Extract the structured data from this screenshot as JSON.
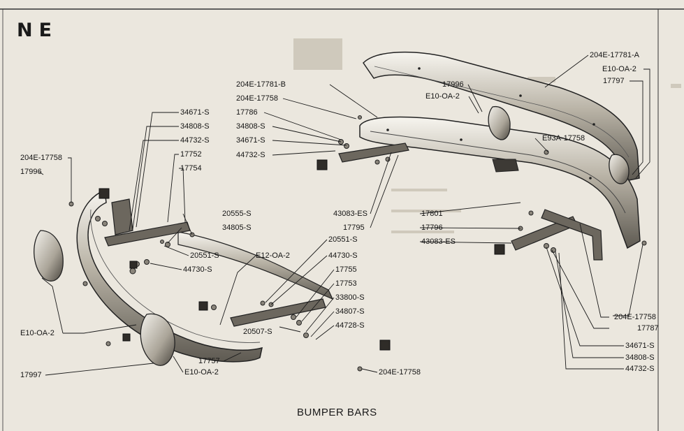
{
  "page_code": "NE",
  "caption": "BUMPER BARS",
  "labels": {
    "l01": "204E-17781-A",
    "l02": "E10-OA-2",
    "l03": "17797",
    "l04": "17996",
    "l05": "E10-OA-2",
    "l06": "204E-17781-B",
    "l07": "204E-17758",
    "l08": "17786",
    "l09": "34808-S",
    "l10": "34671-S",
    "l11": "44732-S",
    "l12": "E93A-17758",
    "l13": "34671-S",
    "l14": "34808-S",
    "l15": "44732-S",
    "l16": "17752",
    "l17": "17754",
    "l18": "204E-17758",
    "l19": "17996",
    "l20": "20555-S",
    "l21": "34805-S",
    "l22": "20551-S",
    "l23": "44730-S",
    "l24": "E12-OA-2",
    "l25": "43083-ES",
    "l26": "17795",
    "l27": "20551-S",
    "l28": "44730-S",
    "l29": "17755",
    "l30": "17753",
    "l31": "33800-S",
    "l32": "34807-S",
    "l33": "44728-S",
    "l34": "17801",
    "l35": "17796",
    "l36": "43083-ES",
    "l37": "E10-OA-2",
    "l38": "20507-S",
    "l39": "17757",
    "l40": "E10-OA-2",
    "l41": "17997",
    "l42": "204E-17758",
    "l43": "204E-17758",
    "l44": "17787",
    "l45": "34671-S",
    "l46": "34808-S",
    "l47": "44732-S"
  }
}
